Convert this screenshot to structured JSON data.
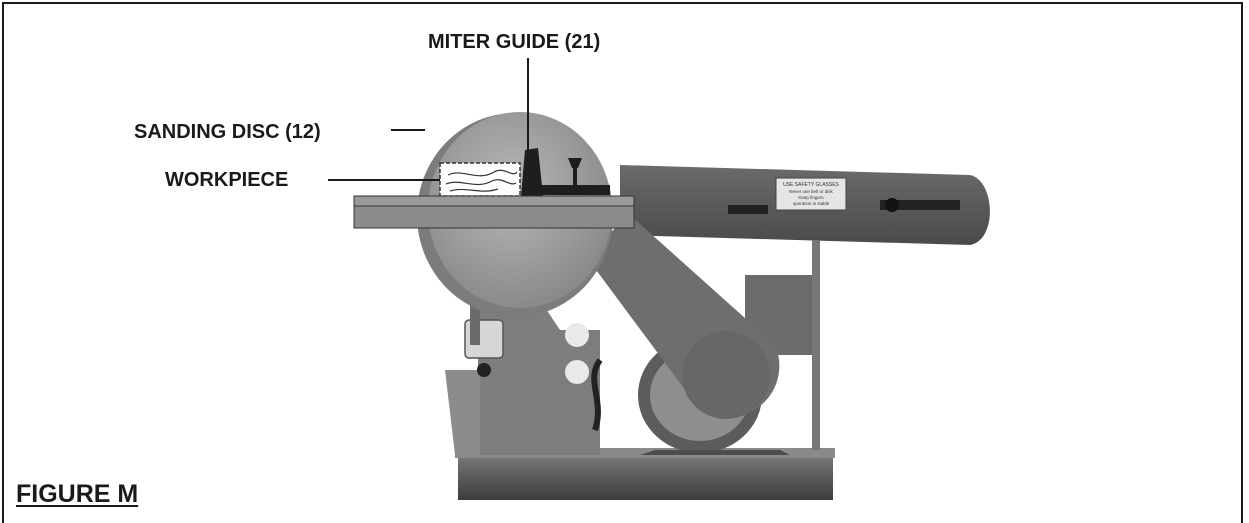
{
  "figure": {
    "label": "FIGURE M",
    "callouts": {
      "miter_guide": "MITER GUIDE (21)",
      "sanding_disc": "SANDING DISC (12)",
      "workpiece": "WORKPIECE"
    },
    "warning_sticker_lines": [
      "USE SAFETY GLASSES",
      "Never use belt or disk",
      "Keep fingers",
      "operation is stable"
    ]
  }
}
